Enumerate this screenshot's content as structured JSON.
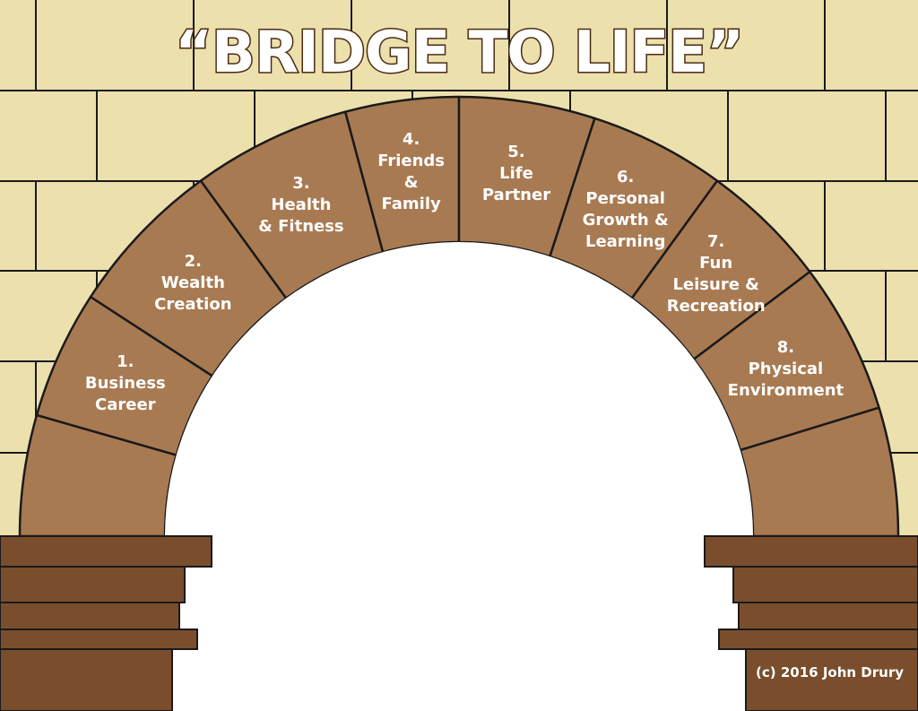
{
  "title": "“BRIDGE TO LIFE”",
  "segments": [
    {
      "number": "1.",
      "lines": [
        "Business",
        "Career"
      ]
    },
    {
      "number": "2.",
      "lines": [
        "Wealth",
        "Creation"
      ]
    },
    {
      "number": "3.",
      "lines": [
        "Health",
        "& Fitness"
      ]
    },
    {
      "number": "4.",
      "lines": [
        "Friends",
        "&",
        "Family"
      ]
    },
    {
      "number": "5.",
      "lines": [
        "Life",
        "Partner"
      ]
    },
    {
      "number": "6.",
      "lines": [
        "Personal",
        "Growth &",
        "Learning"
      ]
    },
    {
      "number": "7.",
      "lines": [
        "Fun",
        "Leisure &",
        "Recreation"
      ]
    },
    {
      "number": "8.",
      "lines": [
        "Physical",
        "Environment"
      ]
    }
  ],
  "copyright": "(c) 2016 John Drury",
  "colors": {
    "wall": "#ece0ad",
    "mortar": "#1a1a1a",
    "arch_stone": "#a87a52",
    "pillar": "#7a4e2c",
    "opening": "#ffffff",
    "title_outline": "#4a2a12"
  }
}
